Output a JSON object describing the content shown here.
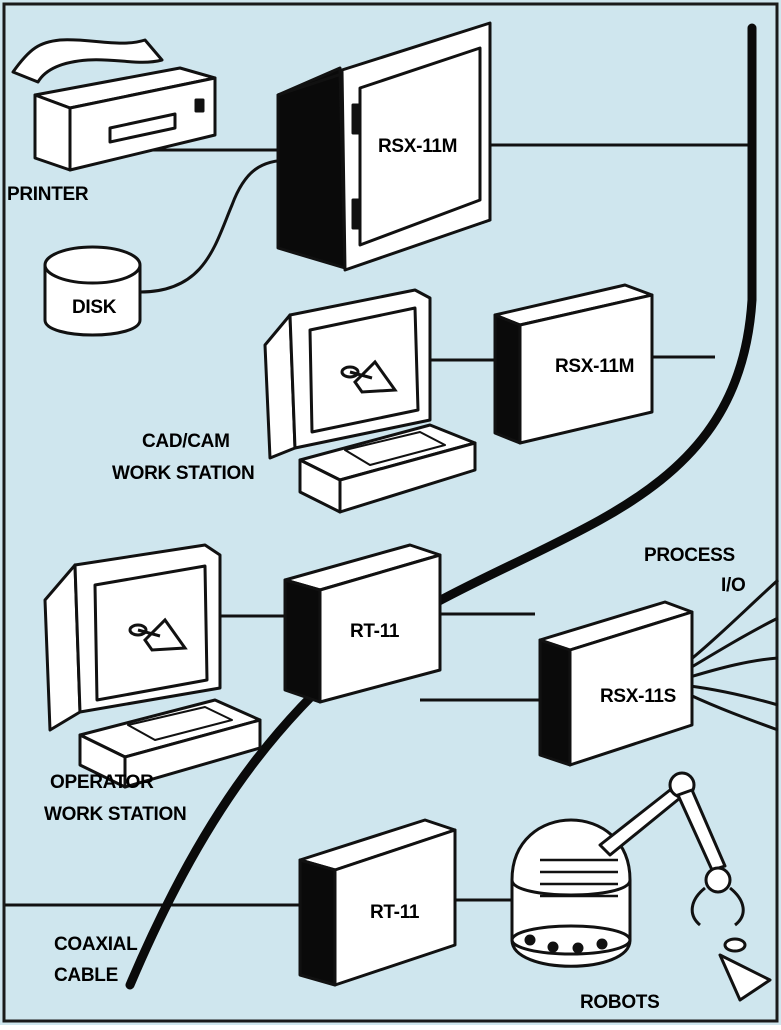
{
  "colors": {
    "background": "#cfe6ee",
    "stroke": "#111111",
    "fill_white": "#ffffff",
    "fill_black": "#0a0a0a",
    "border": "#1a1a1a"
  },
  "labels": {
    "printer": "PRINTER",
    "disk": "DISK",
    "cadcam_line1": "CAD/CAM",
    "cadcam_line2": "WORK STATION",
    "operator_line1": "OPERATOR",
    "operator_line2": "WORK STATION",
    "process_line1": "PROCESS",
    "process_line2": "I/O",
    "coaxial_line1": "COAXIAL",
    "coaxial_line2": "CABLE",
    "robots": "ROBOTS"
  },
  "computers": {
    "top": "RSX-11M",
    "second": "RSX-11M",
    "rt11_upper": "RT-11",
    "rsx11s": "RSX-11S",
    "rt11_lower": "RT-11"
  },
  "icons": [
    "printer-icon",
    "disk-icon",
    "terminal-icon",
    "joystick-icon",
    "robot-icon",
    "robot-arm-icon"
  ]
}
